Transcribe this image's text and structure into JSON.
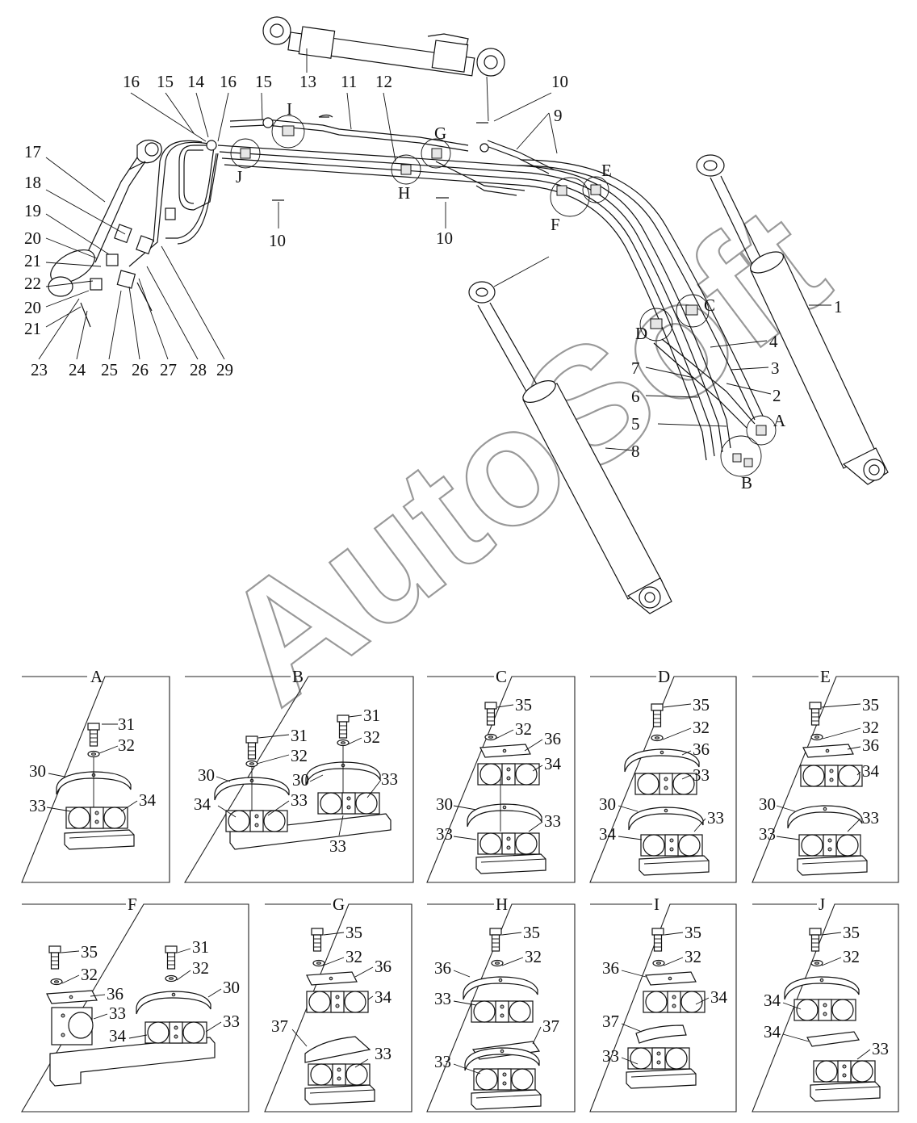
{
  "watermark": "AutoSoft",
  "main_callouts": [
    {
      "text": "1"
    },
    {
      "text": "2"
    },
    {
      "text": "3"
    },
    {
      "text": "4"
    },
    {
      "text": "5"
    },
    {
      "text": "6"
    },
    {
      "text": "7"
    },
    {
      "text": "8"
    },
    {
      "text": "9"
    },
    {
      "text": "10"
    },
    {
      "text": "10"
    },
    {
      "text": "10"
    },
    {
      "text": "11"
    },
    {
      "text": "12"
    },
    {
      "text": "13"
    },
    {
      "text": "14"
    },
    {
      "text": "15"
    },
    {
      "text": "15"
    },
    {
      "text": "16"
    },
    {
      "text": "16"
    },
    {
      "text": "17"
    },
    {
      "text": "18"
    },
    {
      "text": "19"
    },
    {
      "text": "20"
    },
    {
      "text": "20"
    },
    {
      "text": "21"
    },
    {
      "text": "21"
    },
    {
      "text": "22"
    },
    {
      "text": "23"
    },
    {
      "text": "24"
    },
    {
      "text": "25"
    },
    {
      "text": "26"
    },
    {
      "text": "27"
    },
    {
      "text": "28"
    },
    {
      "text": "29"
    }
  ],
  "detail_markers": [
    "A",
    "B",
    "C",
    "D",
    "E",
    "F",
    "G",
    "H",
    "I",
    "J"
  ],
  "detail_views": [
    {
      "title": "A",
      "labels": [
        "31",
        "32",
        "30",
        "33",
        "34"
      ]
    },
    {
      "title": "B",
      "labels": [
        "31",
        "32",
        "31",
        "32",
        "30",
        "30",
        "34",
        "33",
        "33",
        "33"
      ]
    },
    {
      "title": "C",
      "labels": [
        "35",
        "32",
        "36",
        "34",
        "30",
        "33",
        "33"
      ]
    },
    {
      "title": "D",
      "labels": [
        "35",
        "32",
        "36",
        "33",
        "30",
        "33",
        "34"
      ]
    },
    {
      "title": "E",
      "labels": [
        "35",
        "32",
        "36",
        "34",
        "30",
        "33",
        "33"
      ]
    },
    {
      "title": "F",
      "labels": [
        "35",
        "32",
        "36",
        "33",
        "31",
        "32",
        "30",
        "34",
        "33"
      ]
    },
    {
      "title": "G",
      "labels": [
        "35",
        "32",
        "36",
        "34",
        "37",
        "33"
      ]
    },
    {
      "title": "H",
      "labels": [
        "35",
        "32",
        "36",
        "33",
        "37",
        "33"
      ]
    },
    {
      "title": "I",
      "labels": [
        "35",
        "32",
        "36",
        "34",
        "37",
        "33"
      ]
    },
    {
      "title": "J",
      "labels": [
        "35",
        "32",
        "34",
        "34",
        "33"
      ]
    }
  ]
}
